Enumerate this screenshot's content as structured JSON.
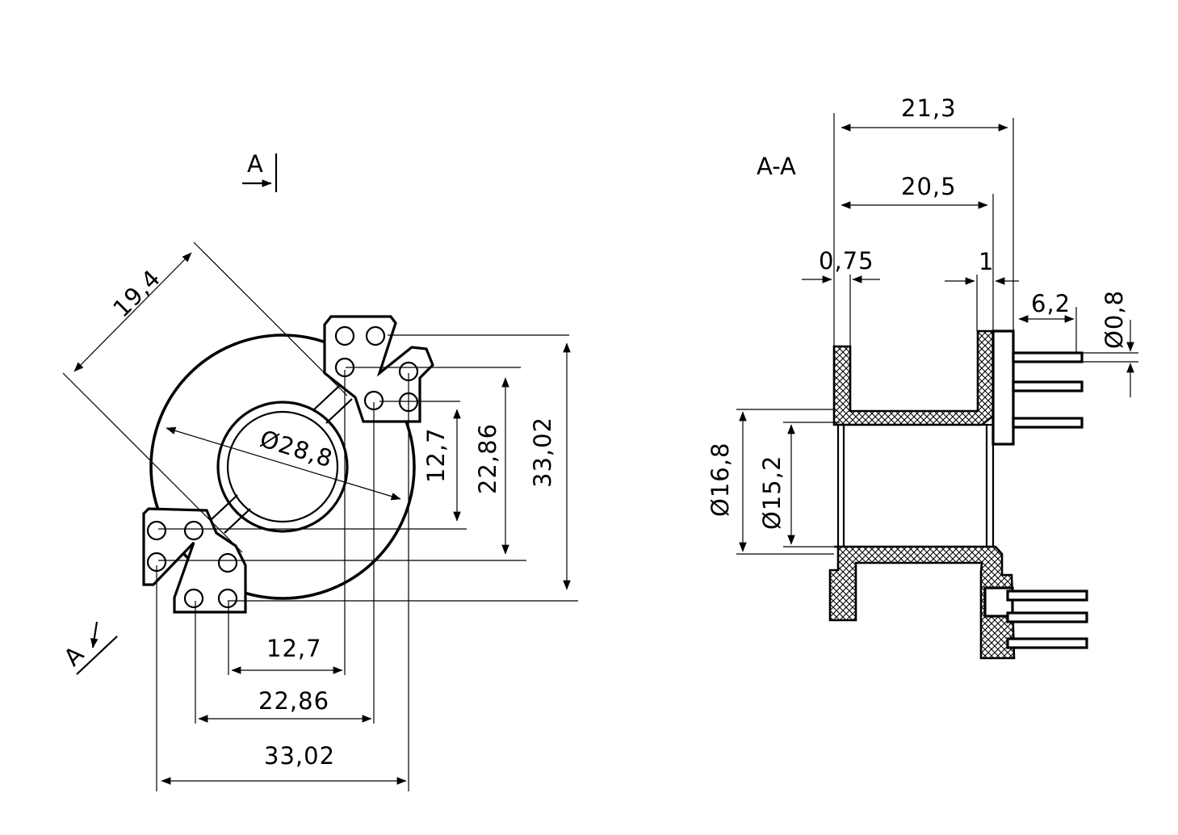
{
  "front_view": {
    "section_marker_top": "A",
    "section_marker_bottom": "A",
    "dims": {
      "diag": "19,4",
      "diameter": "Ø28,8",
      "v_small": "12,7",
      "v_mid": "22,86",
      "v_large": "33,02",
      "h_small": "12,7",
      "h_mid": "22,86",
      "h_large": "33,02"
    }
  },
  "section_view": {
    "title": "A-A",
    "dims": {
      "overall_length": "21,3",
      "inner_length": "20,5",
      "flange_thickness": "0,75",
      "end_wall": "1",
      "pin_length": "6,2",
      "pin_diameter": "Ø0,8",
      "outer_diameter": "Ø16,8",
      "inner_diameter": "Ø15,2"
    }
  }
}
